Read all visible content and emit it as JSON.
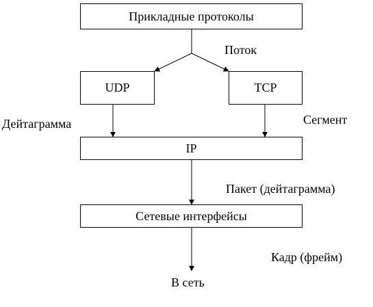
{
  "nodes": {
    "application_protocols": "Прикладные протоколы",
    "udp": "UDP",
    "tcp": "TCP",
    "ip": "IP",
    "network_interfaces": "Сетевые интерфейсы",
    "to_network": "В сеть"
  },
  "edge_labels": {
    "stream": "Поток",
    "datagram": "Дейтаграмма",
    "segment": "Сегмент",
    "packet": "Пакет (дейтаграмма)",
    "frame": "Кадр (фрейм)"
  },
  "colors": {
    "stroke": "#000000",
    "background": "#ffffff"
  }
}
